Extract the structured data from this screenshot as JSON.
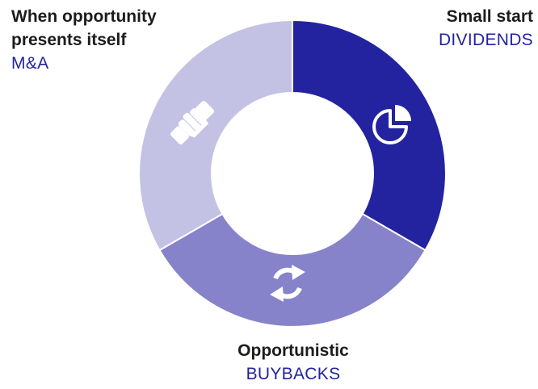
{
  "segments": [
    {
      "heading": "Small start",
      "label": "DIVIDENDS",
      "color": "#2323a0",
      "icon": "pie-chart-icon"
    },
    {
      "heading": "Opportunistic",
      "label": "BUYBACKS",
      "color": "#8683ca",
      "icon": "refresh-arrows-icon"
    },
    {
      "heading": "When opportunity presents itself",
      "label": "M&A",
      "color": "#c3c2e4",
      "icon": "handshake-icon"
    }
  ]
}
